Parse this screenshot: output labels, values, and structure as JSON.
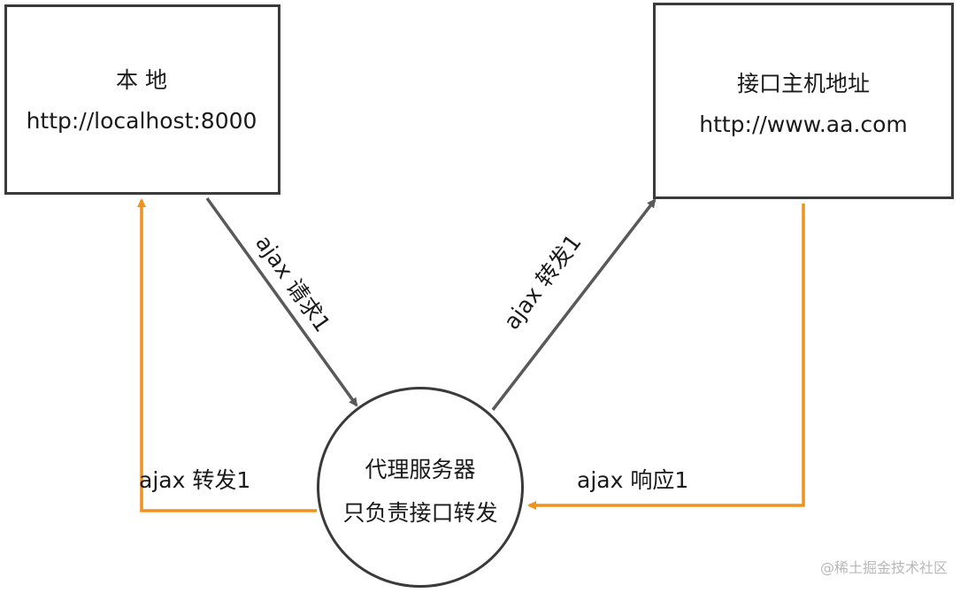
{
  "local": {
    "title": "本 地",
    "url": "http://localhost:8000"
  },
  "api_host": {
    "title": "接口主机地址",
    "url": "http://www.aa.com"
  },
  "proxy": {
    "title": "代理服务器",
    "subtitle": "只负责接口转发"
  },
  "edges": {
    "local_to_proxy": "ajax 请求1",
    "proxy_to_api": "ajax 转发1",
    "api_to_proxy": "ajax 响应1",
    "proxy_to_local": "ajax 转发1"
  },
  "colors": {
    "request_arrow": "#595959",
    "response_arrow": "#f0921e",
    "border": "#3a3a3a"
  },
  "watermark": "@稀土掘金技术社区"
}
